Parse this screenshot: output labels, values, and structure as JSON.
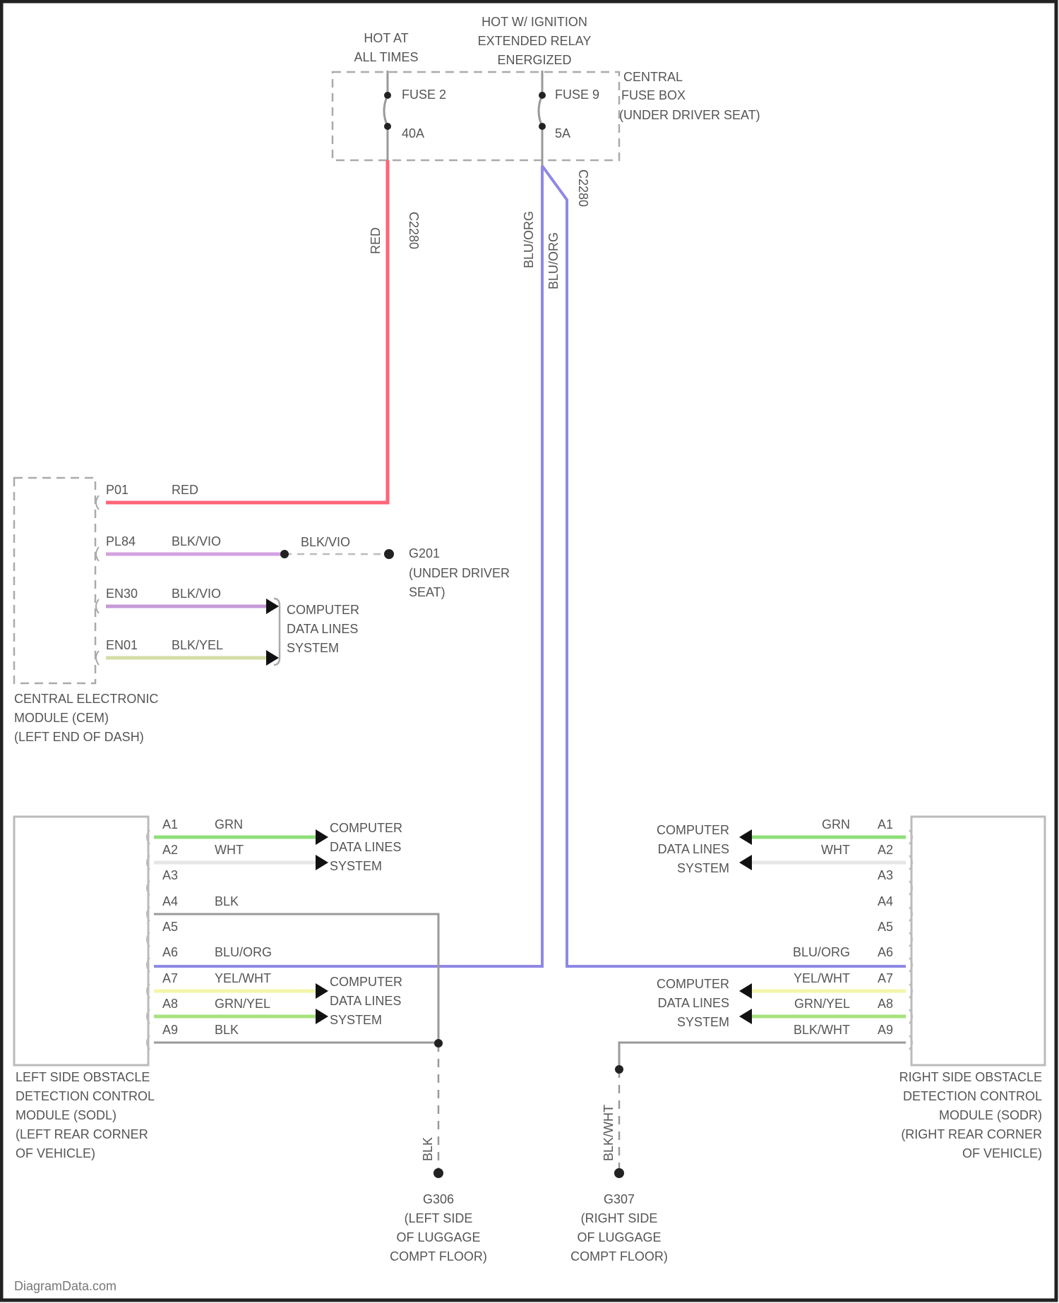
{
  "top": {
    "hot_at_all_times": [
      "HOT AT",
      "ALL TIMES"
    ],
    "hot_ignition": [
      "HOT W/ IGNITION",
      "EXTENDED RELAY",
      "ENERGIZED"
    ],
    "fuse_box_label": [
      "CENTRAL",
      "FUSE BOX",
      "(UNDER DRIVER SEAT)"
    ],
    "fuse_a": {
      "name": "FUSE 2",
      "rating": "40A"
    },
    "fuse_b": {
      "name": "FUSE 9",
      "rating": "5A"
    },
    "connector_a": "C2280",
    "connector_b": "C2280",
    "wire_red": "RED",
    "wire_blu_a": "BLU/ORG",
    "wire_blu_b": "BLU/ORG"
  },
  "cem": {
    "label": [
      "CENTRAL ELECTRONIC",
      "MODULE (CEM)",
      "(LEFT END OF DASH)"
    ],
    "pins": [
      {
        "pin": "P01",
        "wire": "RED",
        "color": "#ff6478"
      },
      {
        "pin": "PL84",
        "wire": "BLK/VIO",
        "color": "#d3a2e0"
      },
      {
        "pin": "EN30",
        "wire": "BLK/VIO",
        "color": "#c69ad8"
      },
      {
        "pin": "EN01",
        "wire": "BLK/YEL",
        "color": "#d5dea6"
      }
    ],
    "ground_wire": "BLK/VIO",
    "ground": [
      "G201",
      "(UNDER DRIVER",
      "SEAT)"
    ],
    "data_lines": [
      "COMPUTER",
      "DATA LINES",
      "SYSTEM"
    ]
  },
  "left_module": {
    "label": [
      "LEFT SIDE OBSTACLE",
      "DETECTION CONTROL",
      "MODULE (SODL)",
      "(LEFT REAR CORNER",
      "OF VEHICLE)"
    ],
    "pins": [
      {
        "pin": "A1",
        "wire": "GRN",
        "color": "#8fe07a",
        "to": "data"
      },
      {
        "pin": "A2",
        "wire": "WHT",
        "color": "#e6e6e6",
        "to": "data"
      },
      {
        "pin": "A3",
        "wire": "",
        "color": "",
        "to": ""
      },
      {
        "pin": "A4",
        "wire": "BLK",
        "color": "#9a9a9a",
        "to": "ground"
      },
      {
        "pin": "A5",
        "wire": "",
        "color": "",
        "to": ""
      },
      {
        "pin": "A6",
        "wire": "BLU/ORG",
        "color": "#9088e6",
        "to": "power"
      },
      {
        "pin": "A7",
        "wire": "YEL/WHT",
        "color": "#f3f6aa",
        "to": "data"
      },
      {
        "pin": "A8",
        "wire": "GRN/YEL",
        "color": "#a6e27c",
        "to": "data"
      },
      {
        "pin": "A9",
        "wire": "BLK",
        "color": "#9a9a9a",
        "to": "ground"
      }
    ],
    "data_lines": [
      "COMPUTER",
      "DATA LINES",
      "SYSTEM"
    ],
    "ground_wire": "BLK",
    "ground": [
      "G306",
      "(LEFT SIDE",
      "OF LUGGAGE",
      "COMPT FLOOR)"
    ]
  },
  "right_module": {
    "label": [
      "RIGHT SIDE OBSTACLE",
      "DETECTION CONTROL",
      "MODULE (SODR)",
      "(RIGHT REAR CORNER",
      "OF VEHICLE)"
    ],
    "pins": [
      {
        "pin": "A1",
        "wire": "GRN",
        "color": "#8fe07a",
        "to": "data"
      },
      {
        "pin": "A2",
        "wire": "WHT",
        "color": "#e6e6e6",
        "to": "data"
      },
      {
        "pin": "A3",
        "wire": "",
        "color": "",
        "to": ""
      },
      {
        "pin": "A4",
        "wire": "",
        "color": "",
        "to": ""
      },
      {
        "pin": "A5",
        "wire": "",
        "color": "",
        "to": ""
      },
      {
        "pin": "A6",
        "wire": "BLU/ORG",
        "color": "#9088e6",
        "to": "power"
      },
      {
        "pin": "A7",
        "wire": "YEL/WHT",
        "color": "#f3f6aa",
        "to": "data"
      },
      {
        "pin": "A8",
        "wire": "GRN/YEL",
        "color": "#a6e27c",
        "to": "data"
      },
      {
        "pin": "A9",
        "wire": "BLK/WHT",
        "color": "#9a9a9a",
        "to": "ground"
      }
    ],
    "data_lines": [
      "COMPUTER",
      "DATA LINES",
      "SYSTEM"
    ],
    "ground_wire": "BLK/WHT",
    "ground": [
      "G307",
      "(RIGHT SIDE",
      "OF LUGGAGE",
      "COMPT FLOOR)"
    ]
  },
  "colors": {
    "red": "#ff6478",
    "blue": "#9088e6",
    "frame": "#111111"
  },
  "watermark": "DiagramData.com"
}
